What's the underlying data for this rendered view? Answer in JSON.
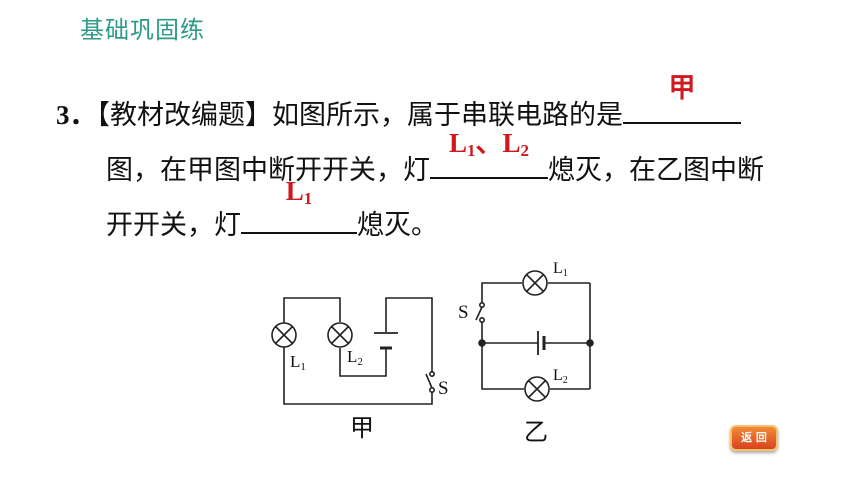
{
  "header": {
    "title": "基础巩固练"
  },
  "question": {
    "number": "3．",
    "line1_text": "【教材改编题】如图所示，属于串联电路的是",
    "answer1": "甲",
    "line2_before": "图，在甲图中断开开关，灯",
    "answer2_L": "L",
    "answer2_sub1": "1",
    "answer2_sep": "、L",
    "answer2_sub2": "2",
    "line2_after": "熄灭，在乙图中断",
    "line3_before": "开开关，灯",
    "answer3_L": "L",
    "answer3_sub": "1",
    "line3_after": "熄灭。"
  },
  "figures": {
    "jia": {
      "caption": "甲",
      "lamp1_L": "L",
      "lamp1_sub": "1",
      "lamp2_L": "L",
      "lamp2_sub": "2",
      "switch_label": "S"
    },
    "yi": {
      "caption": "乙",
      "lamp1_L": "L",
      "lamp1_sub": "1",
      "lamp2_L": "L",
      "lamp2_sub": "2",
      "switch_label": "S"
    }
  },
  "back_button": {
    "label": "返 回"
  },
  "colors": {
    "header": "#2e9b86",
    "answer": "#d0181e",
    "button": "#e0602a"
  }
}
